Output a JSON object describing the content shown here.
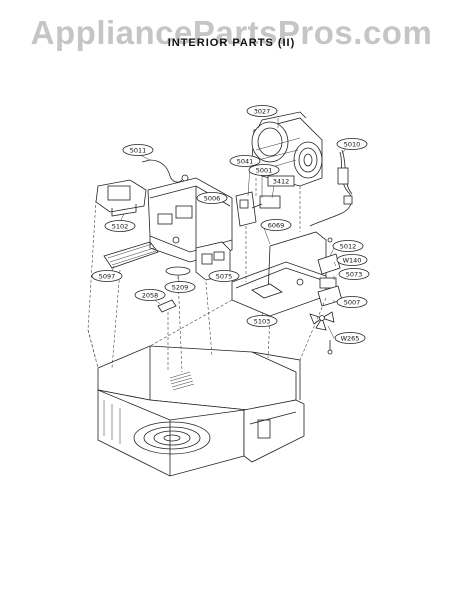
{
  "watermark": "AppliancePartsPros.com",
  "title": "INTERIOR PARTS (II)",
  "callouts": [
    {
      "id": "c3027",
      "label": "3027"
    },
    {
      "id": "c5011",
      "label": "5011"
    },
    {
      "id": "c5010",
      "label": "5010"
    },
    {
      "id": "c5041",
      "label": "5041"
    },
    {
      "id": "c5001",
      "label": "5001"
    },
    {
      "id": "c3412",
      "label": "3412"
    },
    {
      "id": "c5006",
      "label": "5006"
    },
    {
      "id": "c5102",
      "label": "5102"
    },
    {
      "id": "c6069",
      "label": "6069"
    },
    {
      "id": "c5012",
      "label": "5012"
    },
    {
      "id": "cW140",
      "label": "W140"
    },
    {
      "id": "c5097",
      "label": "5097"
    },
    {
      "id": "c5075",
      "label": "5075"
    },
    {
      "id": "c5073",
      "label": "5073"
    },
    {
      "id": "c5209",
      "label": "5209"
    },
    {
      "id": "c2058",
      "label": "2058"
    },
    {
      "id": "c5007",
      "label": "5007"
    },
    {
      "id": "c5103",
      "label": "5103"
    },
    {
      "id": "cW265",
      "label": "W265"
    }
  ]
}
